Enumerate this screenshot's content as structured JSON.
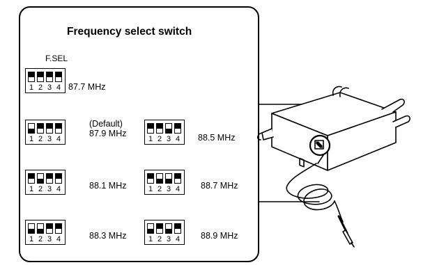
{
  "panel": {
    "title": "Frequency select switch",
    "fsel_label": "F.SEL",
    "settings": [
      {
        "switches": [
          "on",
          "on",
          "on",
          "on"
        ],
        "freq": "87.7 MHz",
        "note": ""
      },
      {
        "switches": [
          "off",
          "on",
          "on",
          "on"
        ],
        "freq": "87.9 MHz",
        "note": "(Default)"
      },
      {
        "switches": [
          "on",
          "on",
          "off",
          "on"
        ],
        "freq": "88.5 MHz",
        "note": ""
      },
      {
        "switches": [
          "on",
          "off",
          "on",
          "on"
        ],
        "freq": "88.1 MHz",
        "note": ""
      },
      {
        "switches": [
          "on",
          "off",
          "off",
          "on"
        ],
        "freq": "88.7 MHz",
        "note": ""
      },
      {
        "switches": [
          "off",
          "off",
          "on",
          "on"
        ],
        "freq": "88.3 MHz",
        "note": ""
      },
      {
        "switches": [
          "off",
          "on",
          "off",
          "on"
        ],
        "freq": "88.9 MHz",
        "note": ""
      }
    ],
    "switch_numbers": [
      "1",
      "2",
      "3",
      "4"
    ]
  },
  "colors": {
    "ink": "#000000",
    "background": "#ffffff"
  }
}
